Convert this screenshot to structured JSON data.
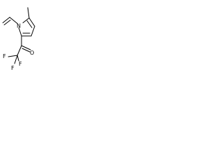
{
  "molecule": {
    "atoms": {
      "ring_nitrogen": "N",
      "carbonyl_oxygen": "O",
      "fluorine_1": "F",
      "fluorine_2": "F",
      "fluorine_3": "F"
    }
  }
}
